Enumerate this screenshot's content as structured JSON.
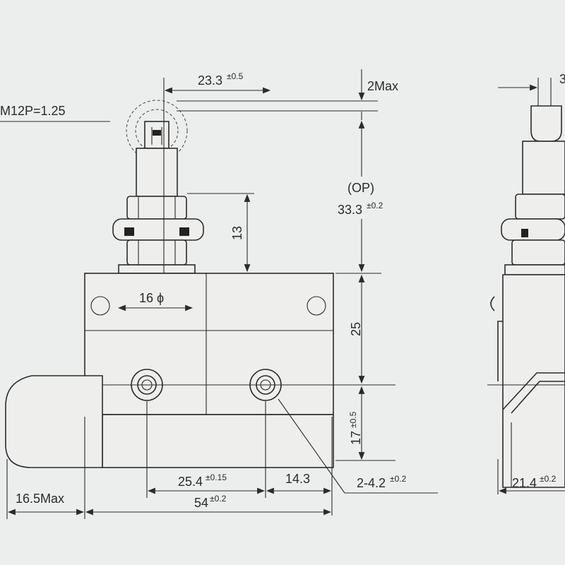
{
  "diagram": {
    "thread": "M12P=1.25",
    "roller_offset": {
      "value": "23.3",
      "tol": "±0.5"
    },
    "overtravel": "2Max",
    "op_label": "(OP)",
    "op_height": {
      "value": "33.3",
      "tol": "±0.2"
    },
    "bushing_height": "13",
    "bushing_dia": "16 ϕ",
    "upper_height": "25",
    "lower_height": {
      "value": "17",
      "tol": "±0.5"
    },
    "hole_pitch": {
      "value": "25.4",
      "tol": "±0.15"
    },
    "edge_to_hole": "14.3",
    "holes": {
      "value": "2-4.2",
      "tol": "±0.2"
    },
    "width": {
      "value": "54",
      "tol": "±0.2"
    },
    "cap_length": "16.5Max",
    "side_width": {
      "value": "21.4",
      "tol": "±0.2"
    },
    "side_top_dim": "3"
  }
}
